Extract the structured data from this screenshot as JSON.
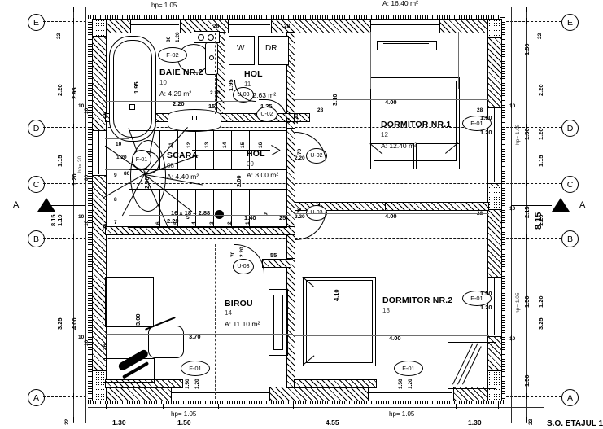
{
  "drawing": {
    "title_bottom_right": "S.O. ETAJUL 1",
    "section_marker": "A"
  },
  "axes": {
    "left": [
      "E",
      "D",
      "C",
      "B",
      "A"
    ],
    "right": [
      "E",
      "D",
      "C",
      "B",
      "A"
    ]
  },
  "rooms": [
    {
      "key": "baie2",
      "name": "BAIE NR.2",
      "num": "10",
      "area": "A: 4.29 m²"
    },
    {
      "key": "hol11",
      "name": "HOL",
      "num": "11",
      "area": "A: 2.63 m²"
    },
    {
      "key": "dormitor1",
      "name": "DORMITOR NR.1",
      "num": "12",
      "area": "A: 12.40 m²"
    },
    {
      "key": "scara",
      "name": "SCARA",
      "num": "08",
      "area": "A: 4.40 m²"
    },
    {
      "key": "hol09",
      "name": "HOL",
      "num": "09",
      "area": "A: 3.00 m²"
    },
    {
      "key": "birou",
      "name": "BIROU",
      "num": "14",
      "area": "A: 11.10 m²"
    },
    {
      "key": "dormitor2",
      "name": "DORMITOR NR.2",
      "num": "13",
      "area": "A: 16.40 m²"
    }
  ],
  "closets": {
    "w": "W",
    "dr": "DR"
  },
  "tags": {
    "f01": "F-01",
    "f02": "F-02",
    "u02": "U-02",
    "u03": "U-03"
  },
  "window_sizes": {
    "w150": "1.50",
    "h120": "1.20",
    "w080": "80",
    "hp": "hp= 1.05",
    "hp20": "hp= 20"
  },
  "stair": {
    "formula": "16 x 18 = 2.88",
    "run": "2.29",
    "run_sup": "5",
    "numbers": [
      "1",
      "2",
      "3",
      "4",
      "5",
      "6",
      "7",
      "8",
      "9",
      "10",
      "11",
      "12",
      "13",
      "14",
      "15",
      "16"
    ],
    "width": "2.00",
    "tread_note": "80"
  },
  "dims": {
    "left_outer": [
      "22",
      "2.20",
      "1.15",
      "1.10",
      "3.25"
    ],
    "left_inner": [
      "2.95",
      "1.20",
      "8.15",
      "4.00"
    ],
    "left_wall": [
      "10",
      "10",
      "10"
    ],
    "right_outer": [
      "22",
      "2.20",
      "1.15",
      "1.10",
      "3.25"
    ],
    "right_inner": [
      "1.50",
      "1.50",
      "1.20",
      "2.15",
      "8.15",
      "1.50",
      "1.20",
      "1.50"
    ],
    "bottom": [
      "1.30",
      "1.50",
      "4.55",
      "1.30",
      "22"
    ],
    "interior": {
      "baie_bath_len": "1.95",
      "baie_vanity": "2.20",
      "hol11_depth": "1.95",
      "hol11_w": "1.35",
      "gap15": "15",
      "hol09_h": "2.00",
      "hol09_w": "1.40",
      "hol09_sup": "5",
      "c25": "25",
      "d220": "2.20",
      "d070": "70",
      "d055": "55",
      "dorm1_w": "4.00",
      "dorm1_h": "3.10",
      "dorm2_w": "4.00",
      "dorm2_h": "4.10",
      "birou_w": "3.70",
      "birou_h": "3.00",
      "w26": "26",
      "w10": "10",
      "w28": "28"
    }
  }
}
